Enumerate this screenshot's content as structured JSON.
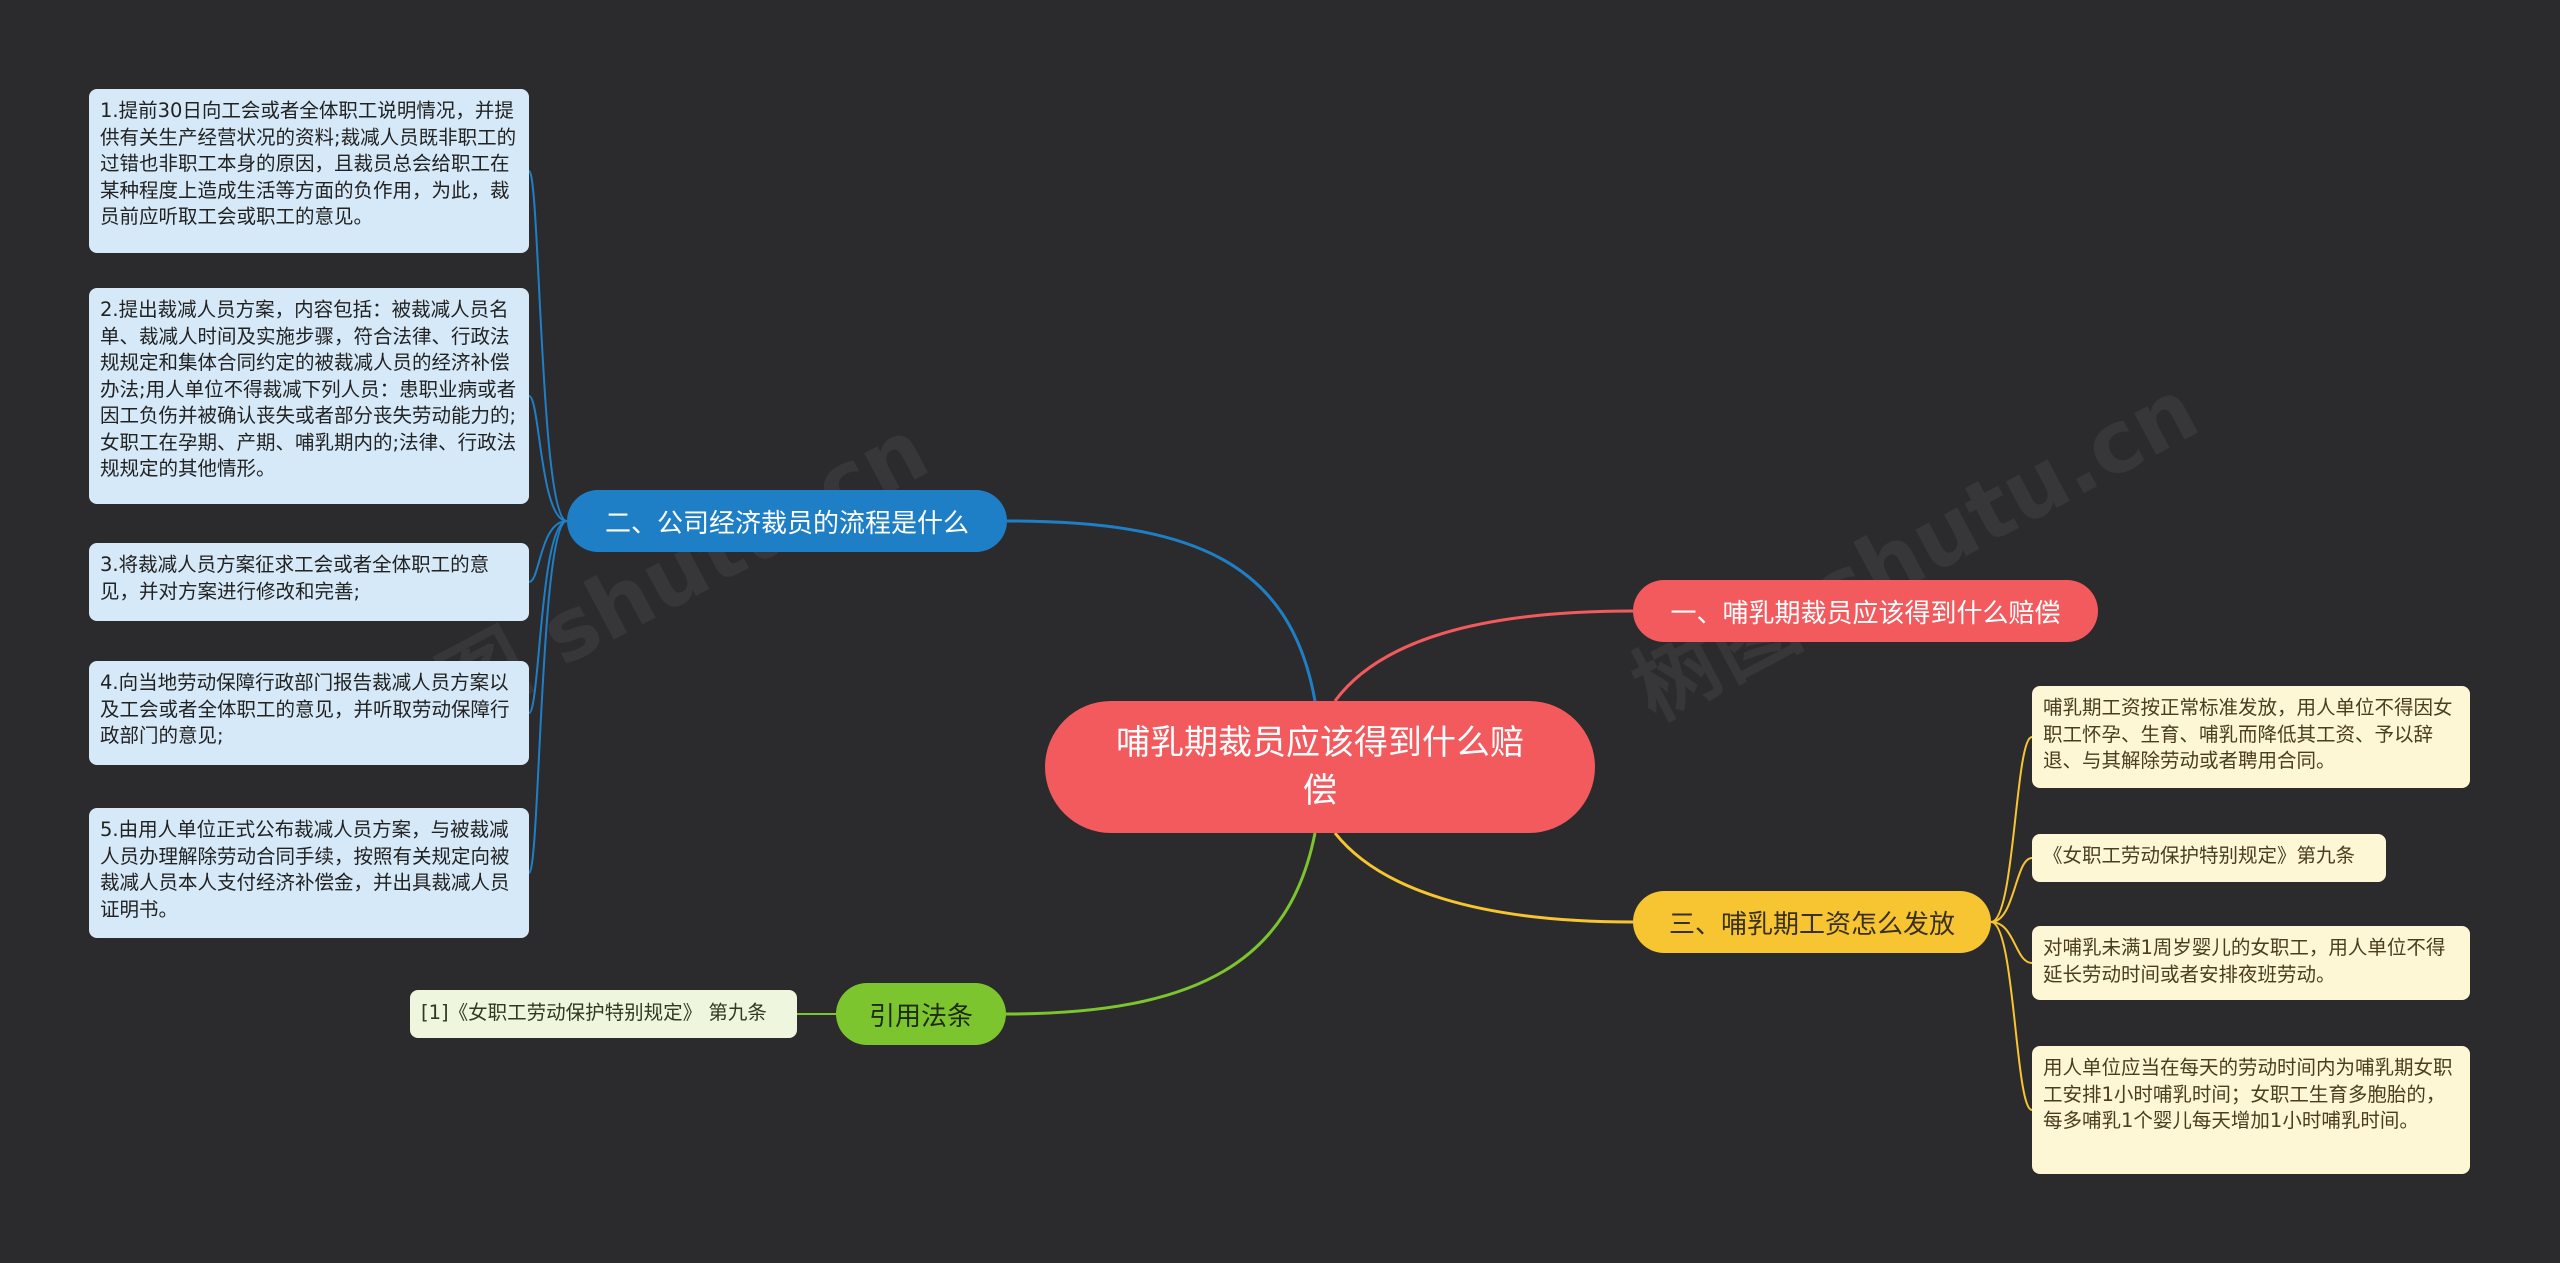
{
  "colors": {
    "background": "#2b2b2d",
    "root": "#f25a5e",
    "branch_red": "#f25a5e",
    "branch_blue": "#1f7fc6",
    "branch_yellow": "#f7c531",
    "branch_green": "#7cc52f"
  },
  "root": {
    "label": "哺乳期裁员应该得到什么赔偿"
  },
  "branches": {
    "right_top": {
      "label": "一、哺乳期裁员应该得到什么赔偿"
    },
    "left_top": {
      "label": "二、公司经济裁员的流程是什么",
      "items": [
        "1.提前30日向工会或者全体职工说明情况，并提供有关生产经营状况的资料;裁减人员既非职工的过错也非职工本身的原因，且裁员总会给职工在某种程度上造成生活等方面的负作用，为此，裁员前应听取工会或职工的意见。",
        "2.提出裁减人员方案，内容包括：被裁减人员名单、裁减人时间及实施步骤，符合法律、行政法规规定和集体合同约定的被裁减人员的经济补偿办法;用人单位不得裁减下列人员：患职业病或者因工负伤并被确认丧失或者部分丧失劳动能力的;女职工在孕期、产期、哺乳期内的;法律、行政法规规定的其他情形。",
        "3.将裁减人员方案征求工会或者全体职工的意见，并对方案进行修改和完善;",
        "4.向当地劳动保障行政部门报告裁减人员方案以及工会或者全体职工的意见，并听取劳动保障行政部门的意见;",
        "5.由用人单位正式公布裁减人员方案，与被裁减人员办理解除劳动合同手续，按照有关规定向被裁减人员本人支付经济补偿金，并出具裁减人员证明书。"
      ]
    },
    "right_bottom": {
      "label": "三、哺乳期工资怎么发放",
      "items": [
        "哺乳期工资按正常标准发放，用人单位不得因女职工怀孕、生育、哺乳而降低其工资、予以辞退、与其解除劳动或者聘用合同。",
        "《女职工劳动保护特别规定》第九条",
        "对哺乳未满1周岁婴儿的女职工，用人单位不得延长劳动时间或者安排夜班劳动。",
        "用人单位应当在每天的劳动时间内为哺乳期女职工安排1小时哺乳时间；女职工生育多胞胎的，每多哺乳1个婴儿每天增加1小时哺乳时间。"
      ]
    },
    "left_bottom": {
      "label": "引用法条",
      "items": [
        "[1]《女职工劳动保护特别规定》 第九条"
      ]
    }
  },
  "watermarks": [
    "树图 shutu.cn",
    "树图 shutu.cn"
  ]
}
